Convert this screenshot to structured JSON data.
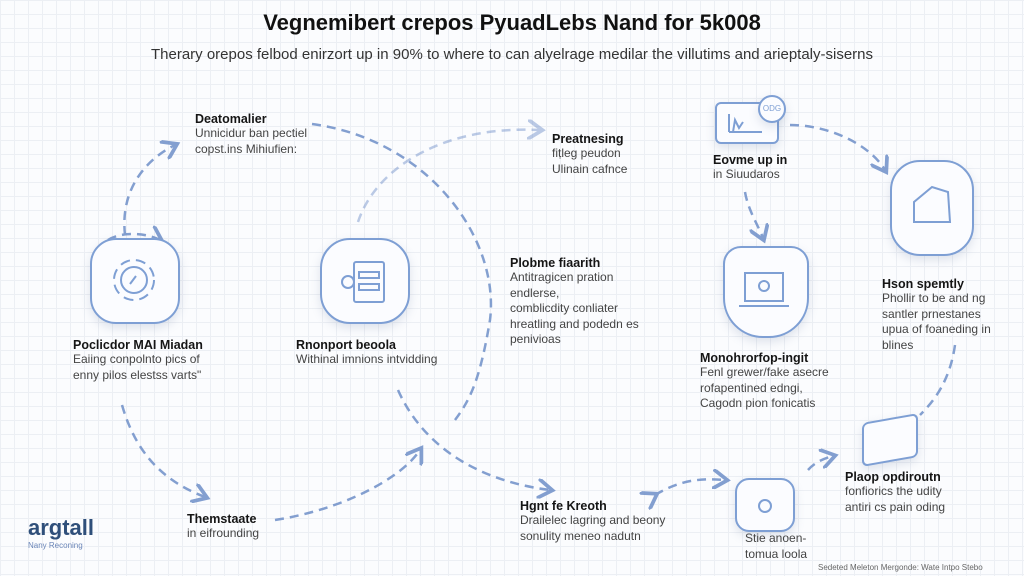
{
  "header": {
    "title": "Vegnemibert crepos PyuadLebs Nand for 5k008",
    "subtitle": "Therary orepos felbod enirzort up in 90% to where to can alyelrage medilar the villutims and arieptaly-siserns"
  },
  "nodes": [
    {
      "id": "deatomalier",
      "title": "Deatomalier",
      "desc": [
        "Unnicidur ban pectiel",
        "copst.ins Mihiufien:"
      ]
    },
    {
      "id": "poclicdor",
      "title": "Poclicdor MAI Miadan",
      "desc": [
        "Eaiing conpolnto pics of",
        "enny pilos elestss varts\""
      ]
    },
    {
      "id": "rnonport",
      "title": "Rnonport beoola",
      "desc": [
        "Withinal imnions intvidding"
      ]
    },
    {
      "id": "preatnesing",
      "title": "Preatnesing",
      "desc": [
        "fiṭleg peudon",
        "Ulinain cafnce"
      ]
    },
    {
      "id": "plobme",
      "title": "Plobme fiaarith",
      "desc": [
        "Antitragicen pration",
        "endlerse,",
        "comblicdity conliater",
        "hreatling and podedn es",
        "penivioas"
      ]
    },
    {
      "id": "eovme",
      "title": "Eovme up in",
      "desc": [
        "in Siuudaros"
      ],
      "badge": "ODG"
    },
    {
      "id": "monohror",
      "title": "Monohrorfop-ingit",
      "desc": [
        "Fenl grewer/fake asecre",
        "rofapentined edngi,",
        "Cagodn pion fonicatis"
      ]
    },
    {
      "id": "hson",
      "title": "Hson spemtly",
      "desc": [
        "Phollir to be and ng",
        "santler prnestanes",
        "upua of foaneding in",
        "blines"
      ]
    },
    {
      "id": "plaop",
      "title": "Plaop opdiroutn",
      "desc": [
        "fonfiorics the udity",
        "antiri cs pain oding"
      ]
    },
    {
      "id": "stie",
      "title": "",
      "desc": [
        "Stie anoen-",
        "tomua loola"
      ]
    },
    {
      "id": "hgnt",
      "title": "Hgnt fe Kreoth",
      "desc": [
        "Drailelec lagring and beony",
        "sonulity meneo nadutn"
      ]
    },
    {
      "id": "themstaate",
      "title": "Themstaate",
      "desc": [
        "in eifrounding"
      ]
    }
  ],
  "logo": {
    "name": "argtall",
    "tagline": "Nany Reconing"
  },
  "footer": "Sedeted Meleton Mergonde: Wate Intpo Stebo",
  "colors": {
    "accent": "#7e9fd4",
    "arrow": "#6f8fc8"
  }
}
